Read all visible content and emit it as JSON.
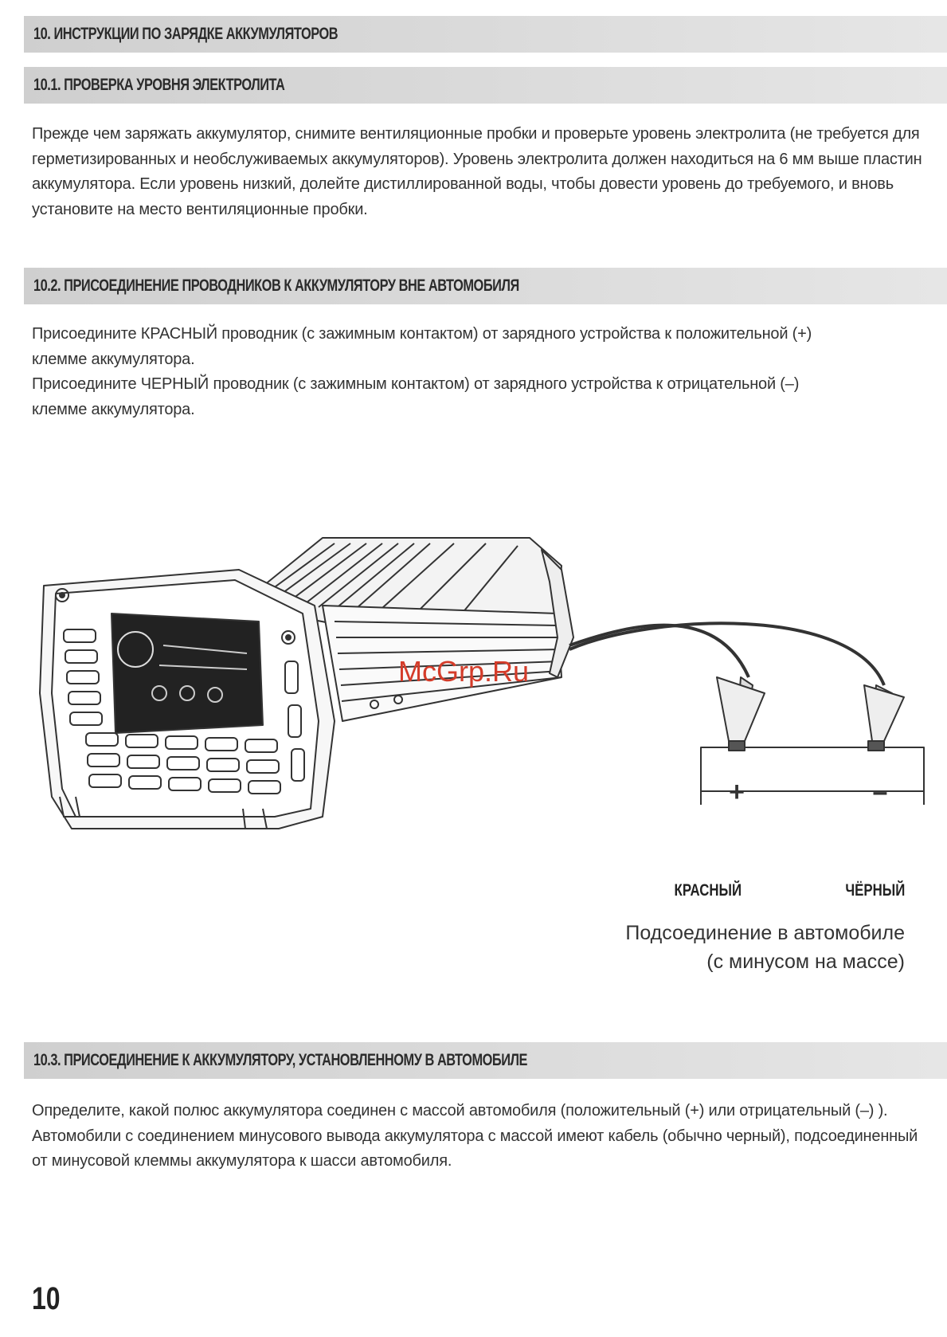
{
  "sections": {
    "s10": {
      "title": "10. ИНСТРУКЦИИ ПО ЗАРЯДКЕ АККУМУЛЯТОРОВ"
    },
    "s10_1": {
      "title": "10.1. ПРОВЕРКА УРОВНЯ ЭЛЕКТРОЛИТА",
      "text": "Прежде чем заряжать аккумулятор, снимите вентиляционные пробки и проверьте уровень электролита (не требуется для герметизированных и необслуживаемых аккумуляторов). Уровень электролита должен находиться на 6 мм выше пластин аккумулятора. Если уровень низкий, долейте дистиллированной воды, чтобы довести уровень до требуемого, и вновь установите на место вентиляционные пробки."
    },
    "s10_2": {
      "title": "10.2. ПРИСОЕДИНЕНИЕ ПРОВОДНИКОВ К АККУМУЛЯТОРУ ВНЕ АВТОМОБИЛЯ",
      "line1": "Присоедините КРАСНЫЙ проводник (с зажимным контактом) от зарядного устройства к положительной (+) клемме аккумулятора.",
      "line2": "Присоедините ЧЕРНЫЙ проводник (с зажимным контактом) от зарядного устройства к отрицательной (–) клемме аккумулятора."
    },
    "s10_3": {
      "title": "10.3. ПРИСОЕДИНЕНИЕ К АККУМУЛЯТОРУ, УСТАНОВЛЕННОМУ В АВТОМОБИЛЕ",
      "text": "Определите, какой полюс аккумулятора соединен с массой автомобиля (положительный (+) или отрицательный (–) ). Автомобили с соединением минусового вывода аккумулятора с массой имеют кабель (обычно черный), подсоединенный от минусовой клеммы аккумулятора к шасси автомобиля."
    }
  },
  "figure": {
    "plus_sign": "+",
    "minus_sign": "–",
    "label_red": "КРАСНЫЙ",
    "label_black": "ЧЁРНЫЙ",
    "caption_line1": "Подсоединение в автомобиле",
    "caption_line2": "(с минусом на массе)"
  },
  "watermark": "McGrp.Ru",
  "page_number": "10"
}
